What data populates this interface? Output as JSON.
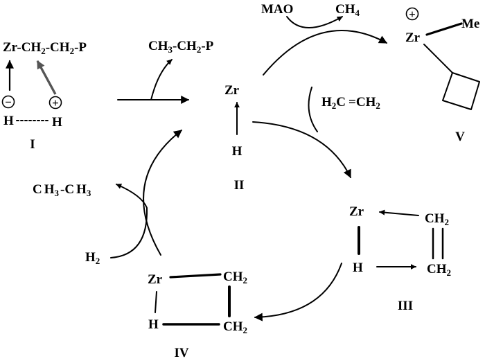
{
  "structures": {
    "I": {
      "label": "I",
      "chain": {
        "zr": "Zr",
        "c1_head": "-CH",
        "c1_sub": "2",
        "c2_head": "-CH",
        "c2_sub": "2",
        "tail": "-P"
      },
      "minus_sign": "−",
      "plus_sign": "+",
      "h_left": "H",
      "h_right": "H"
    },
    "product_ethylP": {
      "head": "CH",
      "sub": "3",
      "mid": "-CH",
      "sub2": "2",
      "tail": "-P"
    },
    "II": {
      "label": "II",
      "zr": "Zr",
      "h": "H"
    },
    "MAO": "MAO",
    "CH4": {
      "head": "CH",
      "sub": "4"
    },
    "V": {
      "label": "V",
      "plus_sign": "+",
      "zr": "Zr",
      "me": "Me"
    },
    "ethylene": {
      "left_head": "H",
      "left_sub": "2",
      "left_c": "C",
      "eq": "=",
      "right_head": "CH",
      "right_sub": "2"
    },
    "III": {
      "label": "III",
      "zr": "Zr",
      "h": "H",
      "top_ch": "CH",
      "top_sub": "2",
      "bot_ch": "CH",
      "bot_sub": "2"
    },
    "ethane": {
      "head": "C",
      "mid": "H",
      "sub": "3",
      "dash": "-C",
      "mid2": "H",
      "sub2": "3"
    },
    "H2": {
      "head": "H",
      "sub": "2"
    },
    "IV": {
      "label": "IV",
      "zr": "Zr",
      "h": "H",
      "top_ch": "CH",
      "top_sub": "2",
      "bot_ch": "CH",
      "bot_sub": "2"
    }
  },
  "colors": {
    "ink": "#000000",
    "grey_arrow": "#555555"
  }
}
